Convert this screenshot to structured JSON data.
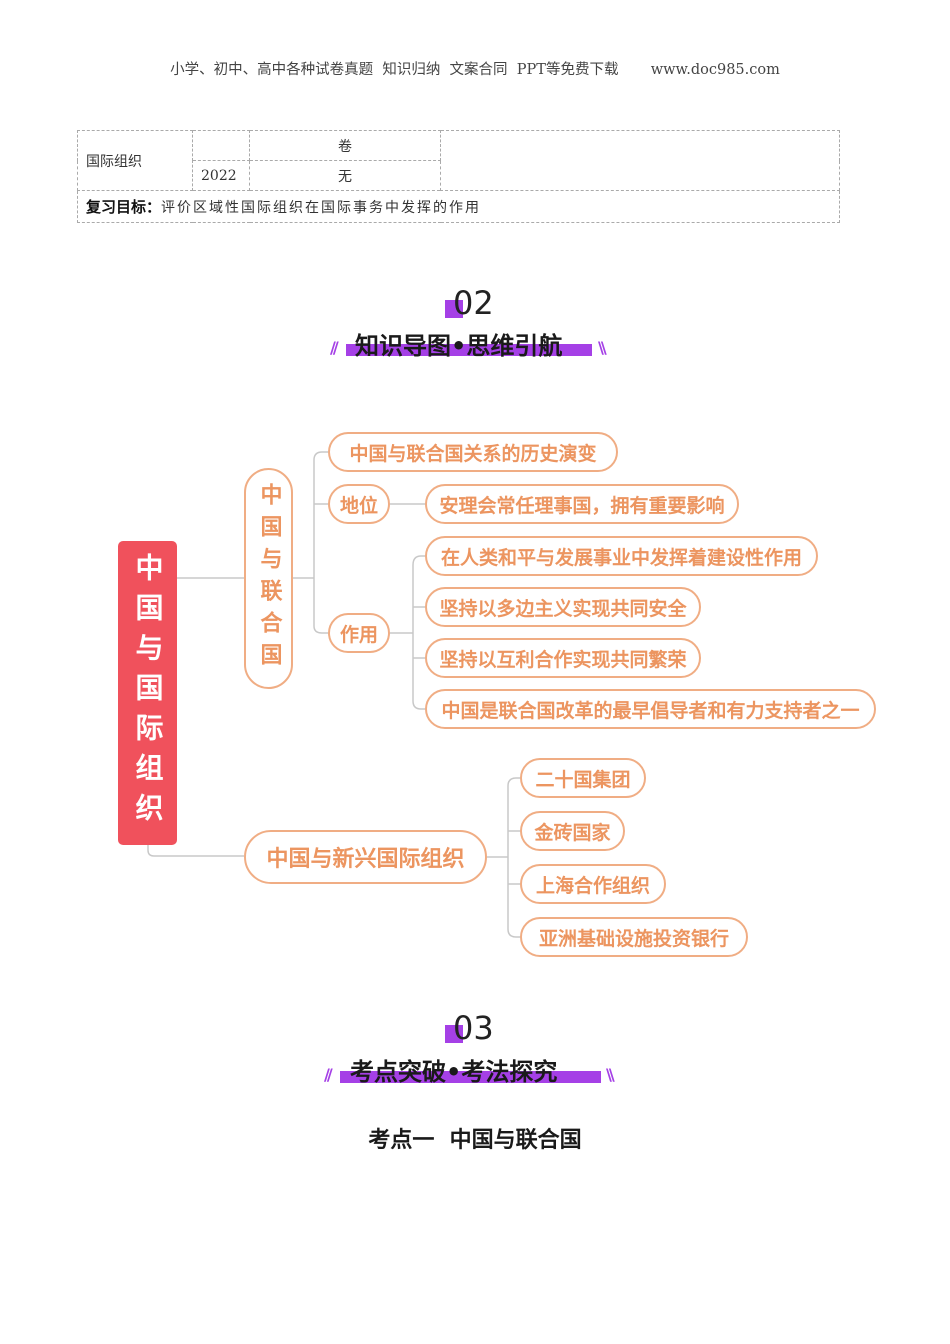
{
  "header": {
    "text": "小学、初中、高中各种试卷真题  知识归纳  文案合同  PPT等免费下载       www.doc985.com"
  },
  "info_table": {
    "topic": "国际组织",
    "r1_c2": "",
    "r1_c3": "卷",
    "year": "2022",
    "r2_c3": "无",
    "goal_label": "复习目标",
    "goal_colon": "：",
    "goal_text": "评价区域性国际组织在国际事务中发挥的作用"
  },
  "section2": {
    "number": "02",
    "title": "知识导图•思维引航",
    "slashes_left": "//",
    "slashes_right": "\\\\"
  },
  "section3": {
    "number": "03",
    "title": "考点突破•考法探究",
    "slashes_left": "//",
    "slashes_right": "\\\\"
  },
  "mindmap": {
    "root": "中国与国际组织",
    "branch_un": "中国与联合国",
    "un_history": "中国与联合国关系的历史演变",
    "status_label": "地位",
    "status_detail": "安理会常任理事国，拥有重要影响",
    "role_label": "作用",
    "roles": [
      "在人类和平与发展事业中发挥着建设性作用",
      "坚持以多边主义实现共同安全",
      "坚持以互利合作实现共同繁荣",
      "中国是联合国改革的最早倡导者和有力支持者之一"
    ],
    "branch_emerging": "中国与新兴国际组织",
    "emerging": [
      "二十国集团",
      "金砖国家",
      "上海合作组织",
      "亚洲基础设施投资银行"
    ]
  },
  "kaodian": {
    "title": "考点一  中国与联合国"
  },
  "colors": {
    "accent_purple": "#a540e6",
    "root_red": "#f0515c",
    "node_orange": "#ec9560",
    "node_border": "#f0ad84"
  }
}
